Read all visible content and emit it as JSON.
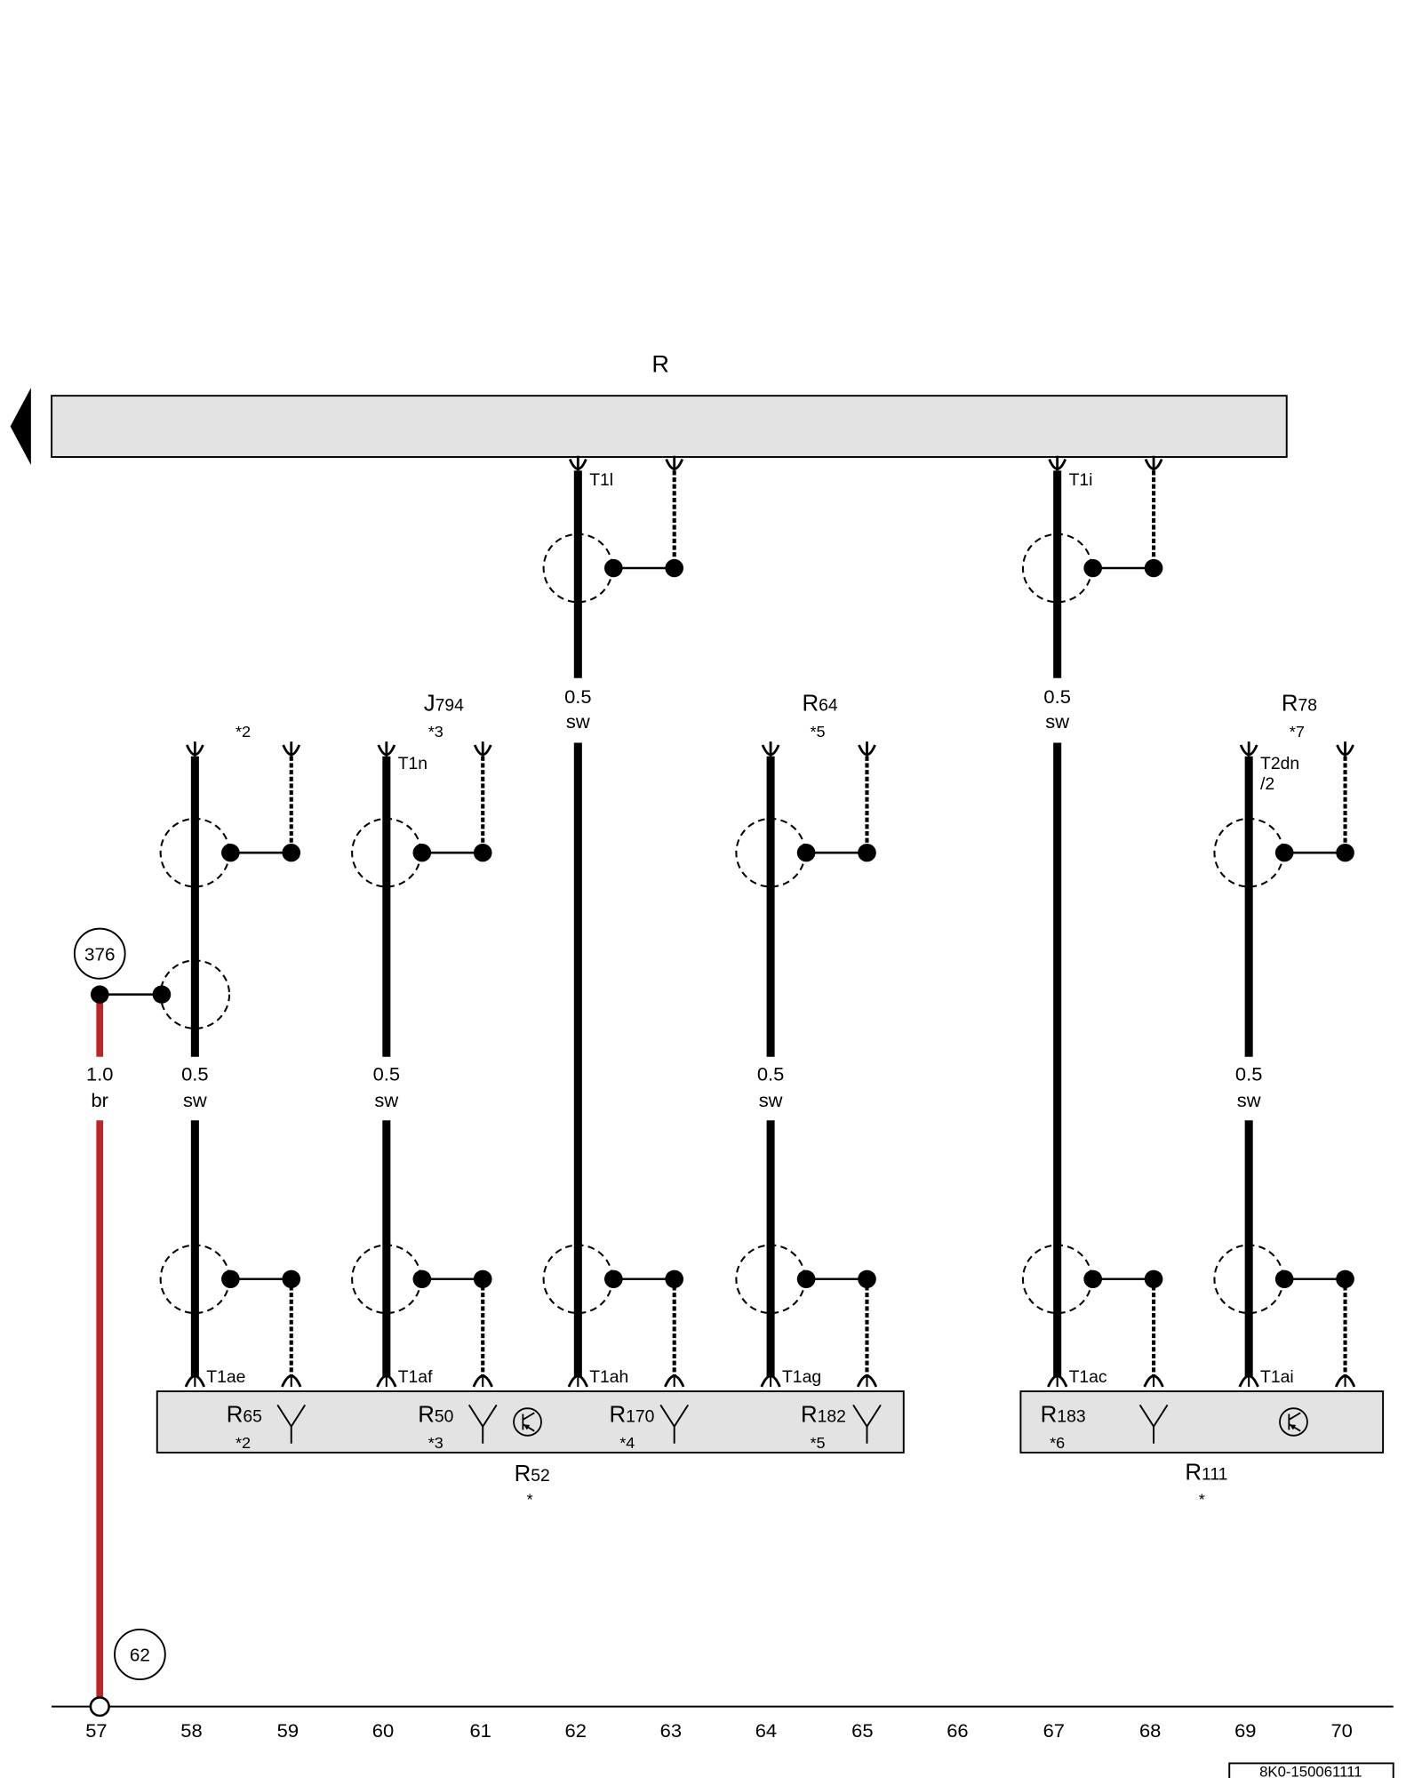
{
  "colors": {
    "wire_sw": "#000000",
    "wire_br": "#b5282c",
    "line": "#000000",
    "housing": "#e3e3e3",
    "background": "#ffffff"
  },
  "symbols": {
    "bus_direction": "arrow-left-icon",
    "antenna": "antenna-icon",
    "amplifier": "amplifier-icon"
  },
  "bus": {
    "label": "R"
  },
  "upper": {
    "t58": {
      "note": "*2"
    },
    "t60": {
      "name": "J794",
      "note": "*3",
      "pin": "T1n"
    },
    "t62": {
      "pin": "T1l"
    },
    "t64": {
      "name": "R64",
      "note": "*5"
    },
    "t67": {
      "pin": "T1i"
    },
    "t69": {
      "name": "R78",
      "note": "*7",
      "pin": "T2dn",
      "pin_sub": "/2"
    }
  },
  "wires": {
    "t57": {
      "size": "1.0",
      "color": "br"
    },
    "t58": {
      "size": "0.5",
      "color": "sw"
    },
    "t60": {
      "size": "0.5",
      "color": "sw"
    },
    "t62": {
      "size": "0.5",
      "color": "sw"
    },
    "t64": {
      "size": "0.5",
      "color": "sw"
    },
    "t67": {
      "size": "0.5",
      "color": "sw"
    },
    "t69": {
      "size": "0.5",
      "color": "sw"
    }
  },
  "lower_pins": {
    "t58": "T1ae",
    "t60": "T1af",
    "t62": "T1ah",
    "t64": "T1ag",
    "t67": "T1ac",
    "t69": "T1ai"
  },
  "references": {
    "upper": "376",
    "lower": "62"
  },
  "modules": [
    {
      "name": "R52",
      "note": "*",
      "parts": [
        {
          "name": "R65",
          "note": "*2"
        },
        {
          "name": "R50",
          "note": "*3"
        },
        {
          "name": "R170",
          "note": "*4"
        },
        {
          "name": "R182",
          "note": "*5"
        }
      ]
    },
    {
      "name": "R111",
      "note": "*",
      "parts": [
        {
          "name": "R183",
          "note": "*6"
        }
      ]
    }
  ],
  "tracks": [
    "57",
    "58",
    "59",
    "60",
    "61",
    "62",
    "63",
    "64",
    "65",
    "66",
    "67",
    "68",
    "69",
    "70"
  ],
  "doc_id": "8K0-150061111"
}
